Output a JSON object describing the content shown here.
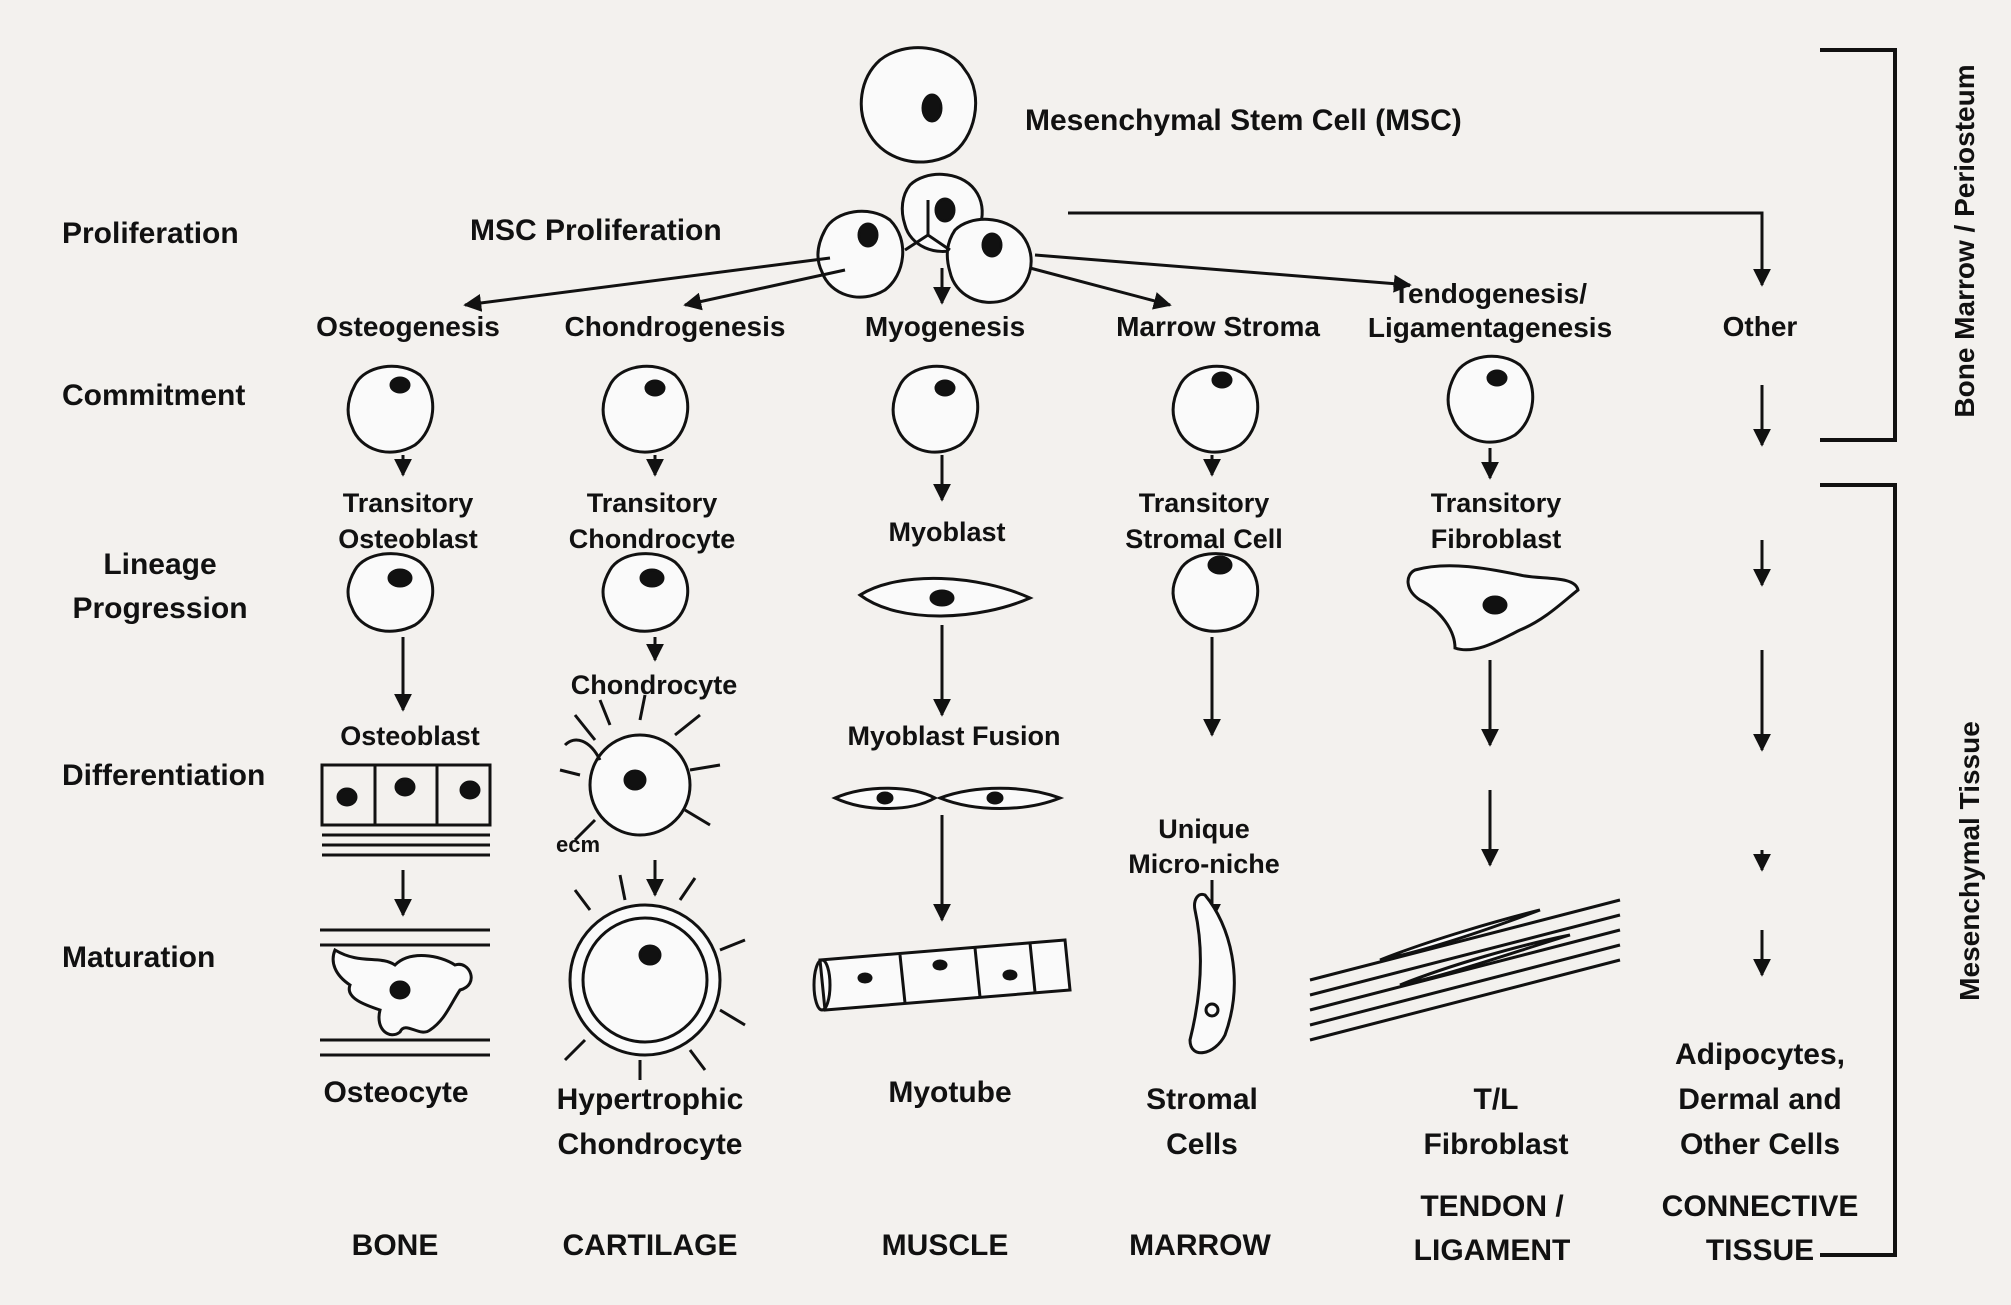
{
  "title": "Mesenchymal Stem Cell (MSC)",
  "proliferation_center": "MSC Proliferation",
  "stages": {
    "proliferation": "Proliferation",
    "commitment": "Commitment",
    "lineage_progression": "Lineage Progression",
    "differentiation": "Differentiation",
    "maturation": "Maturation"
  },
  "side_labels": {
    "top": "Bone Marrow / Periosteum",
    "bottom": "Mesenchymal Tissue"
  },
  "ecm_label": "ecm",
  "lineages": [
    {
      "process": "Osteogenesis",
      "transitory": "Transitory Osteoblast",
      "differentiated": "Osteoblast",
      "mature": "Osteocyte",
      "tissue": "BONE"
    },
    {
      "process": "Chondrogenesis",
      "transitory": "Transitory Chondrocyte",
      "intermediate": "Chondrocyte",
      "mature": "Hypertrophic Chondrocyte",
      "tissue": "CARTILAGE"
    },
    {
      "process": "Myogenesis",
      "transitory": "Myoblast",
      "differentiated": "Myoblast Fusion",
      "mature": "Myotube",
      "tissue": "MUSCLE"
    },
    {
      "process": "Marrow Stroma",
      "transitory": "Transitory Stromal Cell",
      "differentiated": "Unique Micro-niche",
      "mature": "Stromal Cells",
      "tissue": "MARROW"
    },
    {
      "process": "Tendogenesis/ Ligamentagenesis",
      "transitory": "Transitory Fibroblast",
      "mature": "T/L Fibroblast",
      "tissue": "TENDON / LIGAMENT"
    },
    {
      "process": "Other",
      "mature": "Adipocytes, Dermal and Other Cells",
      "tissue": "CONNECTIVE TISSUE"
    }
  ]
}
